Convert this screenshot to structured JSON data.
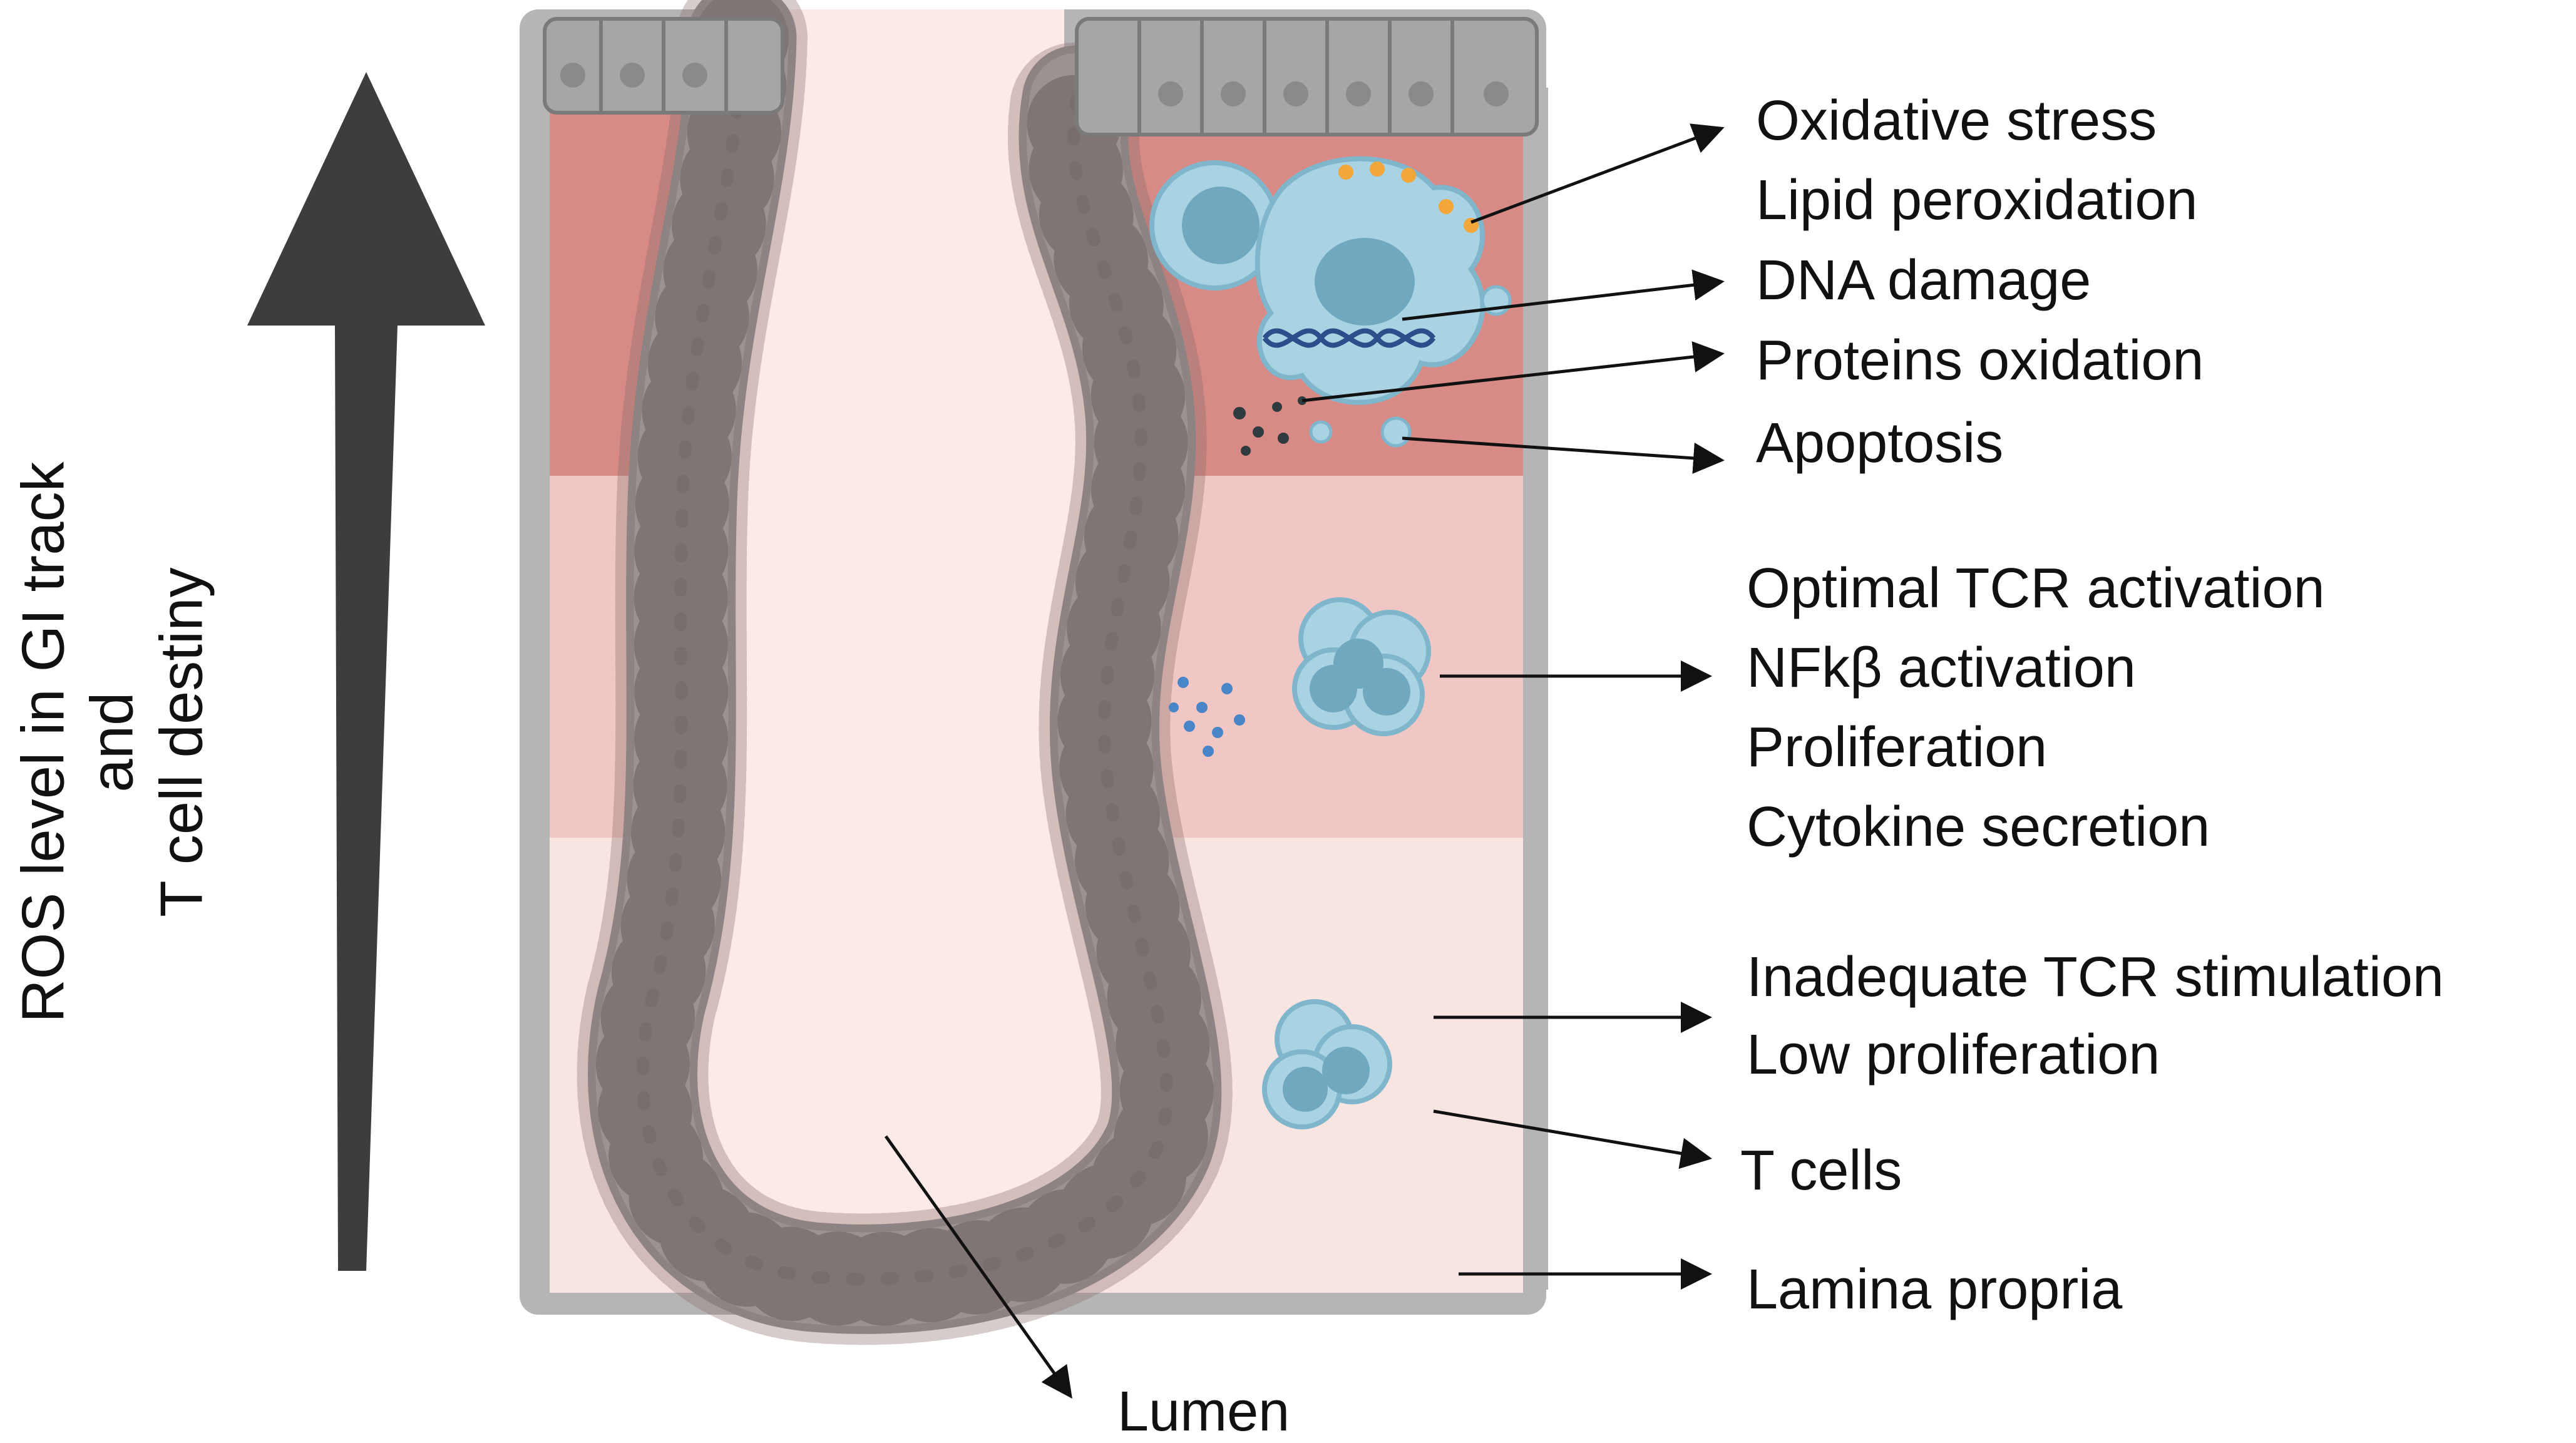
{
  "vertical_axis": {
    "line1": "ROS level in GI track",
    "line2": "and",
    "line3": "T cell destiny"
  },
  "high_ros_effects": [
    "Oxidative stress",
    "Lipid peroxidation",
    "DNA damage",
    "Proteins oxidation",
    "Apoptosis"
  ],
  "optimal_effects": [
    "Optimal TCR activation",
    "NFkβ activation",
    "Proliferation",
    "Cytokine secretion"
  ],
  "low_ros_effects": [
    "Inadequate TCR stimulation",
    "Low proliferation"
  ],
  "structure_labels": {
    "t_cells": "T cells",
    "lamina_propria": "Lamina propria",
    "lumen": "Lumen"
  },
  "colors": {
    "high_zone": "#d88a86",
    "mid_zone": "#f0c7c4",
    "low_zone": "#f8e4e1",
    "epithelium": "#9b9b9b",
    "t_cell": "#a9d3e3",
    "arrow": "#3d3d3d"
  }
}
